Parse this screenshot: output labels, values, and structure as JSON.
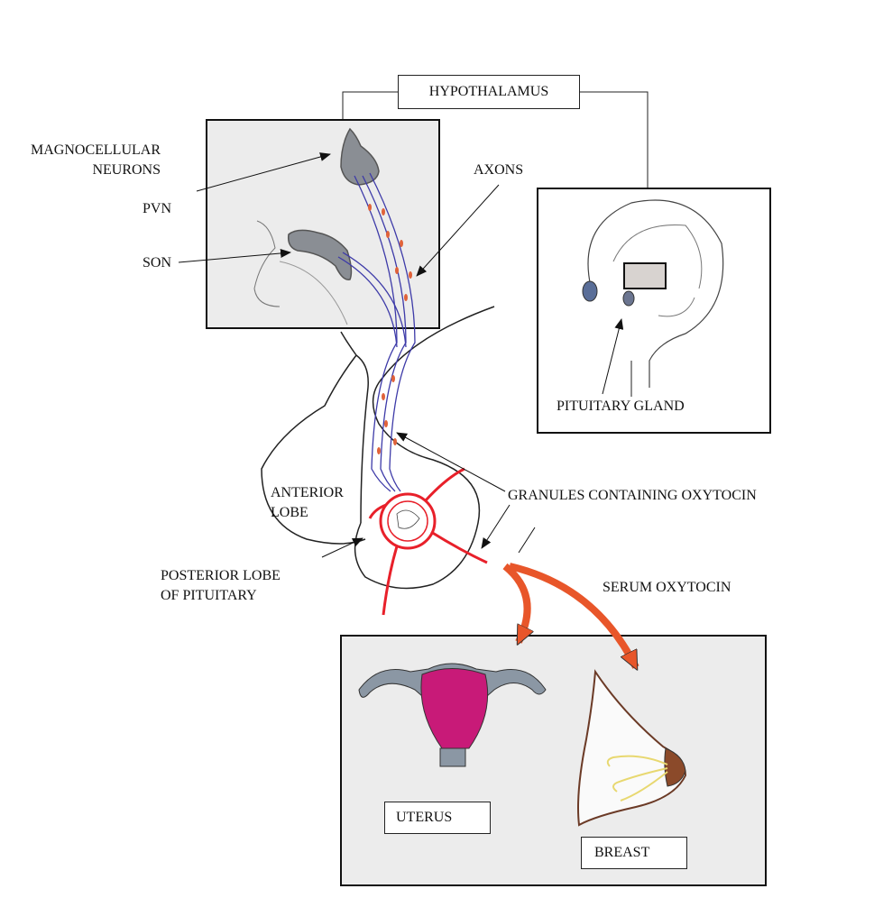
{
  "labels": {
    "hypothalamus": "HYPOTHALAMUS",
    "magnocellular": [
      "MAGNOCELLULAR",
      "NEURONS"
    ],
    "axons": "AXONS",
    "pvn": "PVN",
    "son": "SON",
    "pituitary_gland": "PITUITARY GLAND",
    "anterior_lobe": [
      "ANTERIOR",
      "LOBE"
    ],
    "granules": "GRANULES CONTAINING OXYTOCIN",
    "posterior_lobe": [
      "POSTERIOR LOBE",
      "OF PITUITARY"
    ],
    "serum_oxytocin": "SERUM OXYTOCIN",
    "uterus": "UTERUS",
    "breast": "BREAST"
  },
  "colors": {
    "panel_fill": "#ececec",
    "nucleus_fill": "#8a8e94",
    "axon": "#3d3aa8",
    "granule": "#e0623a",
    "vessel": "#e8202a",
    "arrow_orange": "#e8562a",
    "uterus_magenta": "#c81a78",
    "tube_gray": "#8b97a4",
    "breast_outline": "#6b3a26",
    "nipple_brown": "#8b4a2a",
    "duct_yellow": "#e8d870"
  }
}
